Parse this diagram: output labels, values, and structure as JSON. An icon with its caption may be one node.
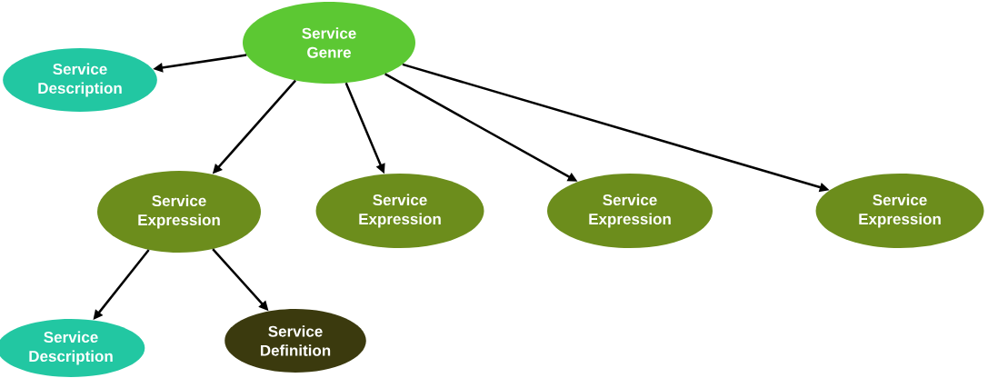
{
  "diagram": {
    "nodes": [
      {
        "text": [
          "Service Genre"
        ]
      },
      {
        "text": [
          "Service Description"
        ]
      },
      {
        "text": [
          "Service Expression"
        ]
      },
      {
        "text": [
          "Service Expression"
        ]
      },
      {
        "text": [
          "Service Expression"
        ]
      },
      {
        "text": [
          "Service Expression"
        ]
      },
      {
        "text": [
          "Service Description"
        ]
      },
      {
        "text": [
          "Service Definition"
        ]
      }
    ],
    "edges": [
      {
        "from": 0,
        "to": 1,
        "arrow": "to"
      },
      {
        "from": 0,
        "to": 2,
        "arrow": "to"
      },
      {
        "from": 0,
        "to": 3,
        "arrow": "to"
      },
      {
        "from": 0,
        "to": 4,
        "arrow": "to"
      },
      {
        "from": 0,
        "to": 5,
        "arrow": "to"
      },
      {
        "from": 2,
        "to": 6,
        "arrow": "to"
      },
      {
        "from": 2,
        "to": 7,
        "arrow": "to"
      }
    ]
  }
}
